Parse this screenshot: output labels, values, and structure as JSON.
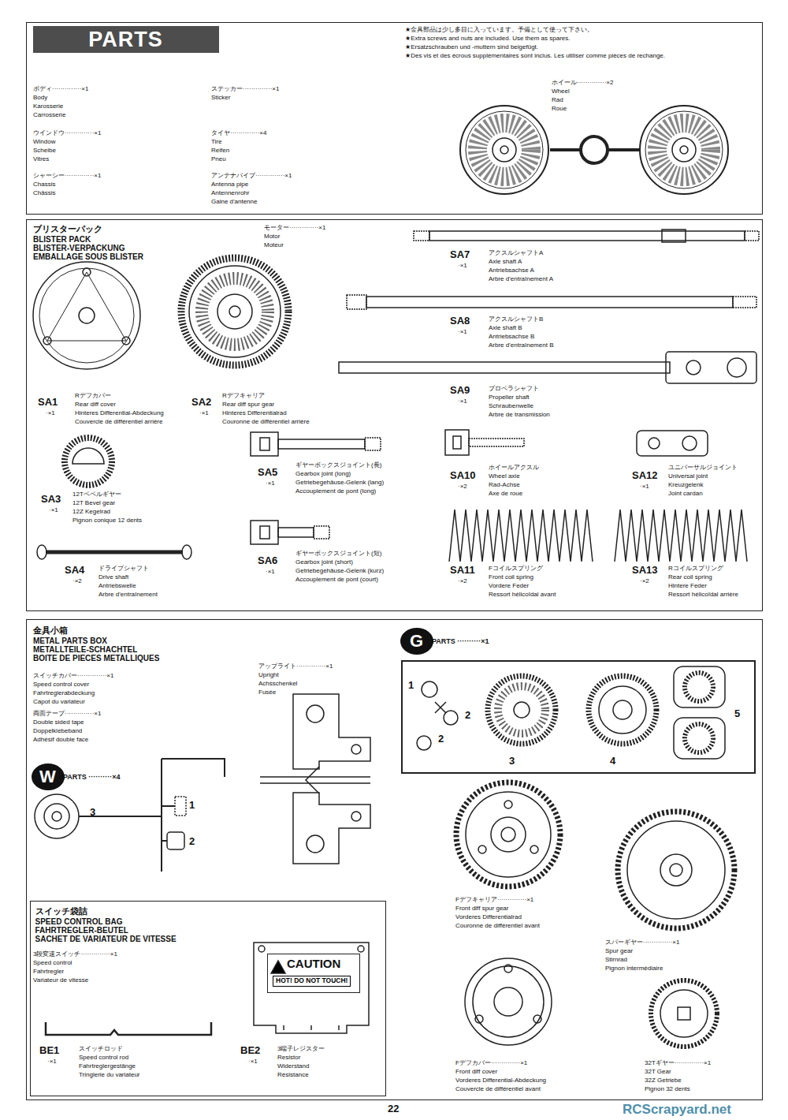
{
  "diagram": {
    "nodes": [
      {
        "text": [
          "★金具部品は少し多目に入っています。予備として使って下さい。",
          "★Extra screws and nuts are included. Use them as spares.",
          "★Ersatzschrauben und -muttern sind beigefügt.",
          "★Des vis et des écrous supplémentaires sont inclus. Les utiliser comme pièces de rechange."
        ]
      },
      {
        "text": [
          "PARTS"
        ],
        "in": 0
      },
      {
        "text": [
          "ブリスターパック",
          "BLISTER PACK",
          "BLISTER-VERPACKUNG",
          "EMBALLAGE SOUS BLISTER"
        ]
      },
      {
        "text": [
          "金具小箱",
          "METAL PARTS BOX",
          "METALLTEILE-SCHACHTEL",
          "BOITE DE PIECES METALLIQUES"
        ]
      },
      {
        "text": [
          "スイッチ袋詰",
          "SPEED CONTROL BAG",
          "FAHRTREGLER-BEUTEL",
          "SACHET DE VARIATEUR DE VITESSE"
        ],
        "in": 3
      },
      {
        "text": [
          "CAUTION",
          "HOT! DO NOT TOUCH!"
        ],
        "in": 4
      },
      {
        "text": [
          "W"
        ],
        "in": 3
      },
      {
        "text": [
          "G"
        ],
        "in": 3
      }
    ],
    "labels": [
      "ボディ··············×1",
      "Body",
      "Karosserie",
      "Carrosserie",
      "ウインドウ··············×1",
      "Window",
      "Scheibe",
      "Vitres",
      "シャーシー··············×1",
      "Chassis",
      "Châssis",
      "ステッカー··············×1",
      "Sticker",
      "タイヤ··············×4",
      "Tire",
      "Reifen",
      "Pneu",
      "アンテナパイプ··············×1",
      "Antenna pipe",
      "Antennenrohr",
      "Gaine d'antenne",
      "ホイール··············×2",
      "Wheel",
      "Rad",
      "Roue",
      "モーター··············×1",
      "Motor",
      "Moteur",
      "SA1",
      "·×1",
      "Rデフカバー",
      "Rear diff cover",
      "Hinteres Differential-Abdeckung",
      "Couvercle de différentiel arrière",
      "SA2",
      "·×1",
      "Rデフキャリア",
      "Rear diff spur gear",
      "Hinteres Differentialrad",
      "Couronne de différentiel arrière",
      "SA3",
      "·×1",
      "12Tベベルギヤー",
      "12T Bevel gear",
      "12Z Kegelrad",
      "Pignon conique 12 dents",
      "SA4",
      "·×2",
      "ドライブシャフト",
      "Drive shaft",
      "Antriebswelle",
      "Arbre d'entraînement",
      "SA5",
      "·×1",
      "ギヤーボックスジョイント(長)",
      "Gearbox joint (long)",
      "Getriebegehäuse-Gelenk (lang)",
      "Accouplement de pont (long)",
      "SA6",
      "·×1",
      "ギヤーボックスジョイント(短)",
      "Gearbox joint (short)",
      "Getriebegehäuse-Gelenk (kurz)",
      "Accouplement de pont (court)",
      "SA7",
      "·×1",
      "アクスルシャフトA",
      "Axle shaft A",
      "Antriebsachse A",
      "Arbre d'entraînement A",
      "SA8",
      "·×1",
      "アクスルシャフトB",
      "Axle shaft B",
      "Antriebsachse B",
      "Arbre d'entraînement B",
      "SA9",
      "·×1",
      "プロペラシャフト",
      "Propeller shaft",
      "Schraubenwelle",
      "Arbre de transmission",
      "SA10",
      "·×2",
      "ホイールアクスル",
      "Wheel axle",
      "Rad-Achse",
      "Axe de roue",
      "SA11",
      "·×2",
      "Fコイルスプリング",
      "Front coil spring",
      "Vordere Feder",
      "Ressort hélicoïdal avant",
      "SA12",
      "·×1",
      "ユニバーサルジョイント",
      "Universal joint",
      "Kreuzgelenk",
      "Joint cardan",
      "SA13",
      "·×2",
      "Rコイルスプリング",
      "Rear coil spring",
      "Hintere Feder",
      "Ressort hélicoïdal arrière",
      "スイッチカバー··············×1",
      "Speed control cover",
      "Fahrtreglerabdeckung",
      "Capot du variateur",
      "両面テープ··············×1",
      "Double sided tape",
      "Doppelklebeband",
      "Adhésif double face",
      "アップライト··············×1",
      "Upright",
      "Achsschenkel",
      "Fusée",
      "PARTS ··········×4",
      "3",
      "1",
      "2",
      "PARTS ··········×1",
      "1",
      "2",
      "2",
      "3",
      "4",
      "5",
      "Fデフキャリア··············×1",
      "Front diff spur gear",
      "Vorderes Differentialrad",
      "Couronne de différentiel avant",
      "スパーギヤー··············×1",
      "Spur gear",
      "Stirnrad",
      "Pignon intermédiaire",
      "Fデフカバー··············×1",
      "Front diff cover",
      "Vorderes Differential-Abdeckung",
      "Couvercle de différentiel avant",
      "32Tギヤー··············×1",
      "32T Gear",
      "32Z Getriebe",
      "Pignon 32 dents",
      "3段変速スイッチ··············×1",
      "Speed control",
      "Fahrtregler",
      "Variateur de vitesse",
      "BE1",
      "·×1",
      "スイッチロッド",
      "Speed control rod",
      "Fahrtreglergestänge",
      "Tringlerie du variateur",
      "BE2",
      "·×1",
      "3端子レジスター",
      "Resistor",
      "Widerstand",
      "Résistance",
      "22",
      "RCScrapyard.net"
    ]
  }
}
